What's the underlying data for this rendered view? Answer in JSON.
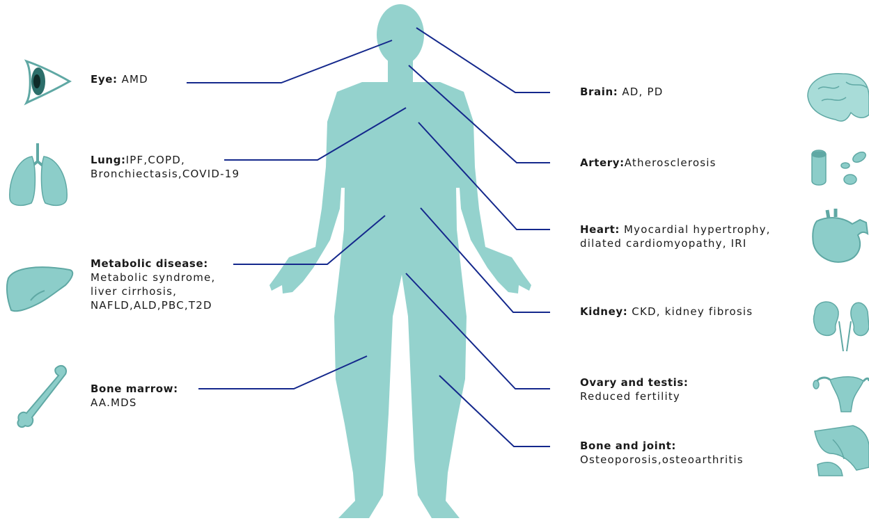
{
  "colors": {
    "body": "#94d2cd",
    "organ": "#8ccdc9",
    "organ_dark": "#5fa8a4",
    "leader_line": "#14288c",
    "text": "#1a1a1a"
  },
  "left_labels": [
    {
      "id": "eye",
      "title": "Eye:",
      "lines": [
        " AMD"
      ]
    },
    {
      "id": "lung",
      "title": "Lung:",
      "lines": [
        "IPF,COPD,",
        "Bronchiectasis,COVID-19"
      ]
    },
    {
      "id": "metabolic",
      "title": "Metabolic disease:",
      "lines": [
        "",
        "Metabolic syndrome,",
        "liver cirrhosis,",
        "NAFLD,ALD,PBC,T2D"
      ]
    },
    {
      "id": "bone-marrow",
      "title": "Bone marrow:",
      "lines": [
        "",
        "AA.MDS"
      ]
    }
  ],
  "right_labels": [
    {
      "id": "brain",
      "title": "Brain:",
      "lines": [
        " AD, PD"
      ]
    },
    {
      "id": "artery",
      "title": "Artery:",
      "lines": [
        "Atherosclerosis"
      ]
    },
    {
      "id": "heart",
      "title": "Heart:",
      "lines": [
        " Myocardial hypertrophy,",
        "dilated cardiomyopathy, IRI"
      ]
    },
    {
      "id": "kidney",
      "title": "Kidney:",
      "lines": [
        " CKD, kidney fibrosis"
      ]
    },
    {
      "id": "ovary-testis",
      "title": "Ovary and testis:",
      "lines": [
        "",
        "Reduced fertility"
      ]
    },
    {
      "id": "bone-joint",
      "title": "Bone and joint:",
      "lines": [
        "",
        "Osteoporosis,osteoarthritis"
      ]
    }
  ],
  "icons": [
    "eye-icon",
    "lung-icon",
    "liver-icon",
    "bone-icon",
    "brain-icon",
    "artery-icon",
    "heart-icon",
    "kidney-icon",
    "uterus-icon",
    "knee-joint-icon"
  ]
}
